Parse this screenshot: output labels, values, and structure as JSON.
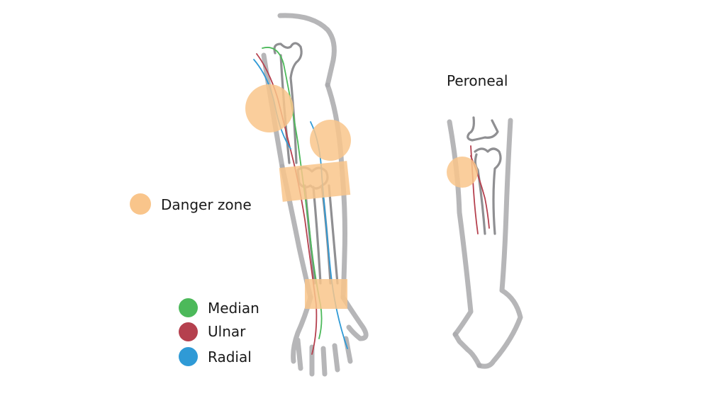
{
  "colors": {
    "danger": "#f9c58b",
    "median": "#4cb95a",
    "ulnar": "#b5404e",
    "radial": "#2f9ad6",
    "outline": "#a9a9ab"
  },
  "title": "Peroneal",
  "danger_legend": {
    "label": "Danger zone"
  },
  "nerve_legend": [
    {
      "key": "median",
      "label": "Median"
    },
    {
      "key": "ulnar",
      "label": "Ulnar"
    },
    {
      "key": "radial",
      "label": "Radial"
    }
  ]
}
